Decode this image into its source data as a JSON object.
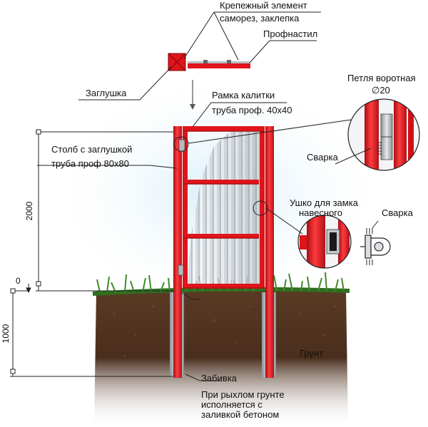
{
  "labels": {
    "fastener_line1": "Крепежный элемент",
    "fastener_line2": "саморез, заклепка",
    "profnastil": "Профнастил",
    "zaglushka": "Заглушка",
    "frame_line1": "Рамка калитки",
    "frame_line2": "труба проф. 40х40",
    "hinge_line1": "Петля воротная",
    "hinge_diameter": "∅20",
    "weld_hinge": "Сварка",
    "post_line1": "Столб с заглушкой",
    "post_line2": "труба проф 80х80",
    "lock_line1": "Ушко для замка",
    "lock_line2": "навесного",
    "weld_lock": "Сварка",
    "ground": "Грунт",
    "drive_line1": "Забивка",
    "drive_line2": "При рыхлом грунте",
    "drive_line3": "исполняется с",
    "drive_line4": "заливкой бетоном"
  },
  "dimensions": {
    "height_above": "2000",
    "height_below": "1000",
    "zero_level": "0"
  },
  "colors": {
    "metal_red": "#e0141b",
    "metal_red_dark": "#a80f12",
    "soil": "#4a2e1c",
    "grass": "#3f8a2b",
    "pipe_grey": "#c9ccd0",
    "sky": "#dbeef8"
  }
}
